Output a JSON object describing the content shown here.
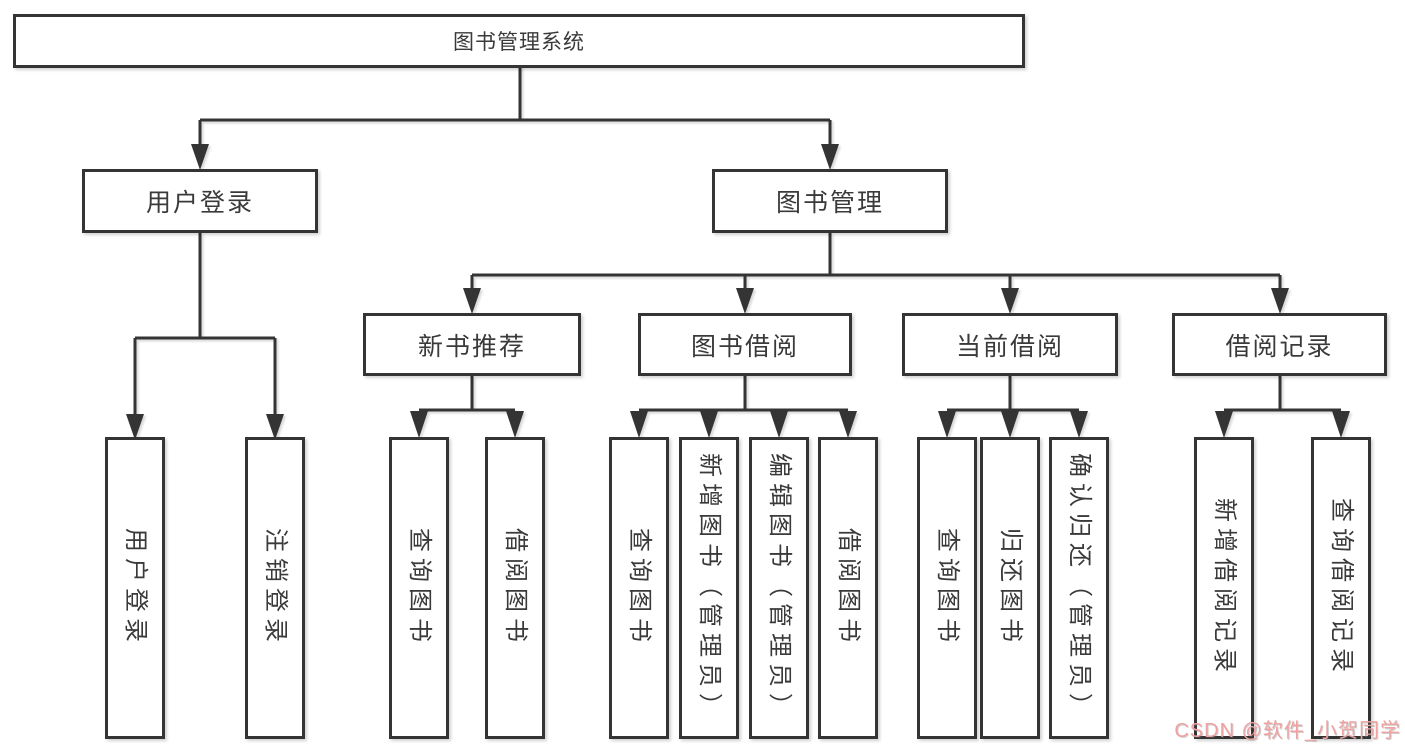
{
  "tree": {
    "label": "图书管理系统",
    "children": [
      {
        "label": "用户登录",
        "children": [
          {
            "label": "用户登录"
          },
          {
            "label": "注销登录"
          }
        ]
      },
      {
        "label": "图书管理",
        "children": [
          {
            "label": "新书推荐",
            "children": [
              {
                "label": "查询图书"
              },
              {
                "label": "借阅图书"
              }
            ]
          },
          {
            "label": "图书借阅",
            "children": [
              {
                "label": "查询图书"
              },
              {
                "label": "新增图书（管理员）"
              },
              {
                "label": "编辑图书（管理员）"
              },
              {
                "label": "借阅图书"
              }
            ]
          },
          {
            "label": "当前借阅",
            "children": [
              {
                "label": "查询图书"
              },
              {
                "label": "归还图书"
              },
              {
                "label": "确认归还（管理员）"
              }
            ]
          },
          {
            "label": "借阅记录",
            "children": [
              {
                "label": "新增借阅记录"
              },
              {
                "label": "查询借阅记录"
              }
            ]
          }
        ]
      }
    ]
  },
  "watermark": {
    "text": "CSDN @软件_小贺同学",
    "color": "#f0a2a2"
  },
  "colors": {
    "background": "#ffffff",
    "line": "#343434",
    "box_border": "#343434",
    "text": "#3a3a3a"
  }
}
